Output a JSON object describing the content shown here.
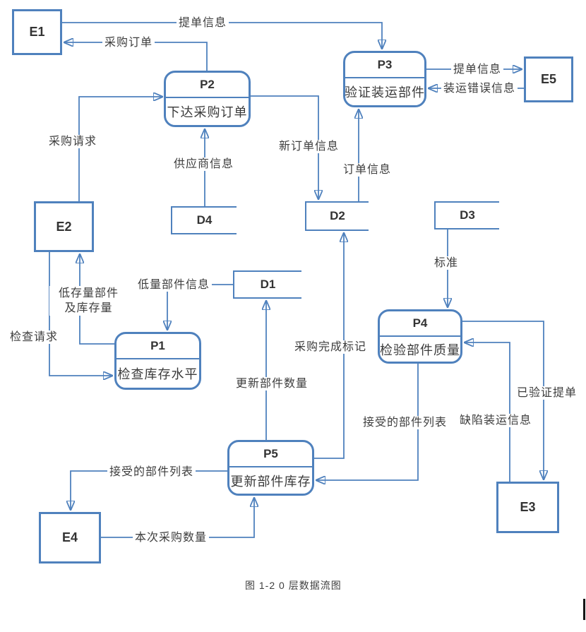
{
  "diagram": {
    "caption": "图 1-2 0 层数据流图",
    "colors": {
      "line_blue": "#4f81bd",
      "text": "#3a3a3a"
    },
    "entities": {
      "e1": "E1",
      "e2": "E2",
      "e3": "E3",
      "e4": "E4",
      "e5": "E5"
    },
    "stores": {
      "d1": "D1",
      "d2": "D2",
      "d3": "D3",
      "d4": "D4"
    },
    "processes": {
      "p1": {
        "id": "P1",
        "name": "检查库存水平"
      },
      "p2": {
        "id": "P2",
        "name": "下达采购订单"
      },
      "p3": {
        "id": "P3",
        "name": "验证装运部件"
      },
      "p4": {
        "id": "P4",
        "name": "检验部件质量"
      },
      "p5": {
        "id": "P5",
        "name": "更新部件库存"
      }
    },
    "flows": {
      "bill_info_top": {
        "label": "提单信息",
        "from": "E1",
        "to": "P3"
      },
      "purchase_order": {
        "label": "采购订单",
        "from": "P2",
        "to": "E1"
      },
      "purchase_request": {
        "label": "采购请求",
        "from": "E2",
        "to": "P2"
      },
      "supplier_info": {
        "label": "供应商信息",
        "from": "D4",
        "to": "P2"
      },
      "new_order_info": {
        "label": "新订单信息",
        "from": "P2",
        "to": "D2"
      },
      "order_info": {
        "label": "订单信息",
        "from": "D2",
        "to": "P3"
      },
      "bill_info_right": {
        "label": "提单信息",
        "from": "P3",
        "to": "E5"
      },
      "shipping_error_info": {
        "label": "装运错误信息",
        "from": "E5",
        "to": "P3"
      },
      "low_stock_parts": {
        "label_line1": "低存量部件",
        "label_line2": "及库存量",
        "from": "P1",
        "to": "E2"
      },
      "check_request": {
        "label": "检查请求",
        "from": "E2",
        "to": "P1"
      },
      "low_qty_parts_info": {
        "label": "低量部件信息",
        "from": "D1",
        "to": "P1"
      },
      "update_parts_qty": {
        "label": "更新部件数量",
        "from": "P5",
        "to": "D1"
      },
      "purchase_done_flag": {
        "label": "采购完成标记",
        "from": "P5",
        "to": "D2"
      },
      "standard": {
        "label": "标准",
        "from": "D3",
        "to": "P4"
      },
      "verified_bill": {
        "label": "已验证提单",
        "from": "P4",
        "to": "E3"
      },
      "defect_shipping_info": {
        "label": "缺陷装运信息",
        "from": "E3",
        "to": "P4"
      },
      "accepted_parts_list_p4": {
        "label": "接受的部件列表",
        "from": "P4",
        "to": "P5"
      },
      "accepted_parts_list_e4": {
        "label": "接受的部件列表",
        "from": "P5",
        "to": "E4"
      },
      "purchase_qty": {
        "label": "本次采购数量",
        "from": "E4",
        "to": "P5"
      }
    }
  }
}
